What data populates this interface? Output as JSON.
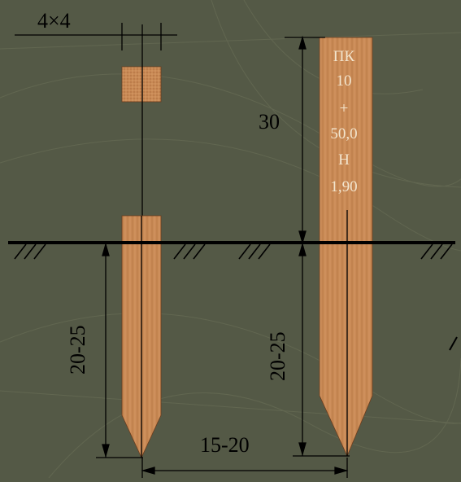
{
  "labels": {
    "section_size": "4×4",
    "height_above_ground": "30",
    "depth_left": "20-25",
    "depth_right": "20-25",
    "spacing": "15-20"
  },
  "stake_inscription": [
    "ПК",
    "10",
    "+",
    "50,0",
    "Н",
    "1,90"
  ],
  "colors": {
    "background": "#545946",
    "wood": "#c98a55",
    "wood_grain": "#9a5a30",
    "ground_line": "#000000",
    "dimension_line": "#000000",
    "text_dark": "#000000",
    "text_light": "#f3e6cf"
  }
}
